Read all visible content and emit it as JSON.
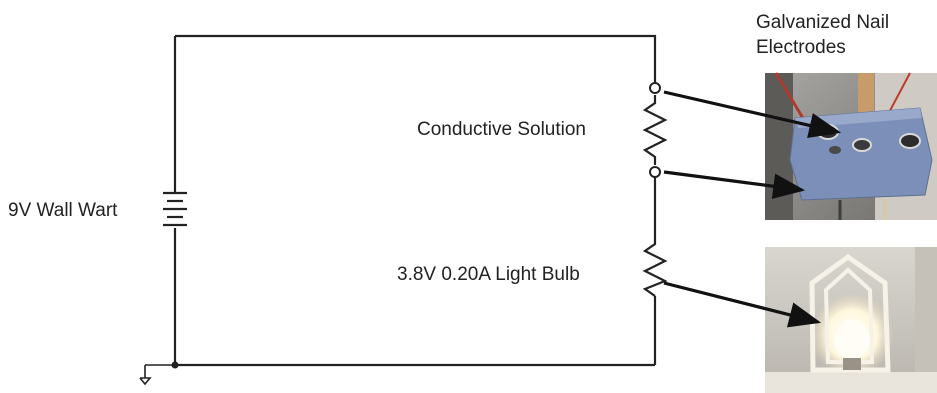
{
  "labels": {
    "battery": "9V Wall Wart",
    "solution": "Conductive Solution",
    "bulb": "3.8V 0.20A Light Bulb",
    "photo_top": "Galvanized Nail Electrodes"
  },
  "colors": {
    "wire": "#222222",
    "electrode_block": "#7b8fb8",
    "photo_background": "#8e8a84",
    "bulb_glow": "#fffbe9"
  },
  "icons": [
    "battery-icon",
    "resistor-icon",
    "ground-icon",
    "arrow-icon"
  ]
}
